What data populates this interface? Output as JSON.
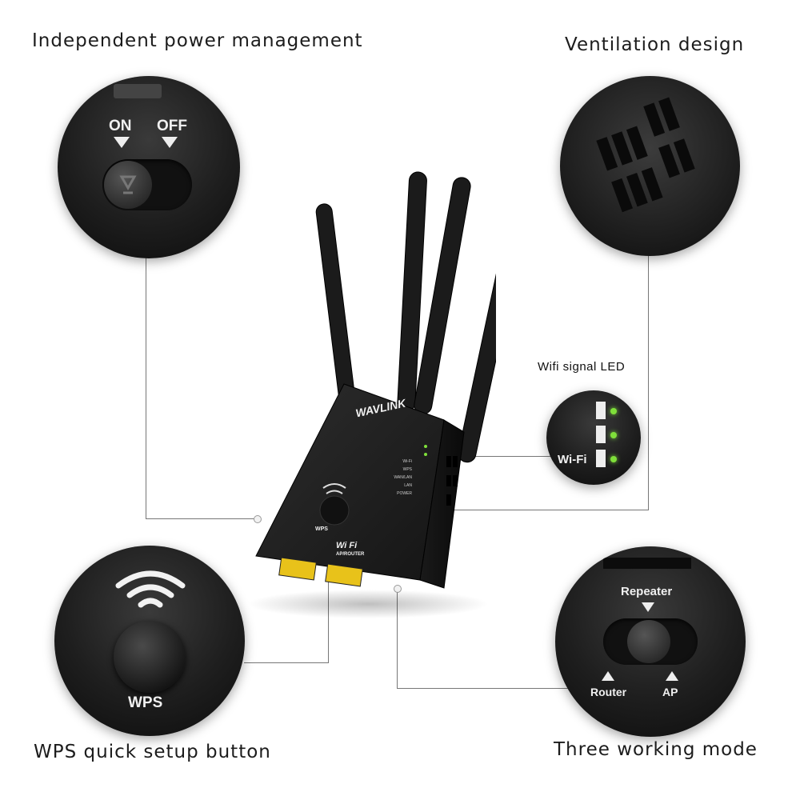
{
  "captions": {
    "power": "Independent power management",
    "ventilation": "Ventilation design",
    "wifi_led": "Wifi signal LED",
    "wps": "WPS quick setup button",
    "modes": "Three working mode"
  },
  "power_switch": {
    "on_label": "ON",
    "off_label": "OFF"
  },
  "wifi_led_panel": {
    "label": "Wi-Fi"
  },
  "wps_button": {
    "label": "WPS"
  },
  "mode_switch": {
    "top_label": "Repeater",
    "left_label": "Router",
    "right_label": "AP"
  },
  "device": {
    "brand": "WAVLINK",
    "button_label": "WPS",
    "badge_line1": "Wi Fi",
    "badge_line2": "AP/ROUTER",
    "led_labels": [
      "Wi-Fi",
      "WPS",
      "WAN/LAN",
      "LAN",
      "POWER"
    ]
  },
  "colors": {
    "led_green": "#7fe03a",
    "body": "#1a1a1a",
    "ethernet": "#e8c21a"
  }
}
